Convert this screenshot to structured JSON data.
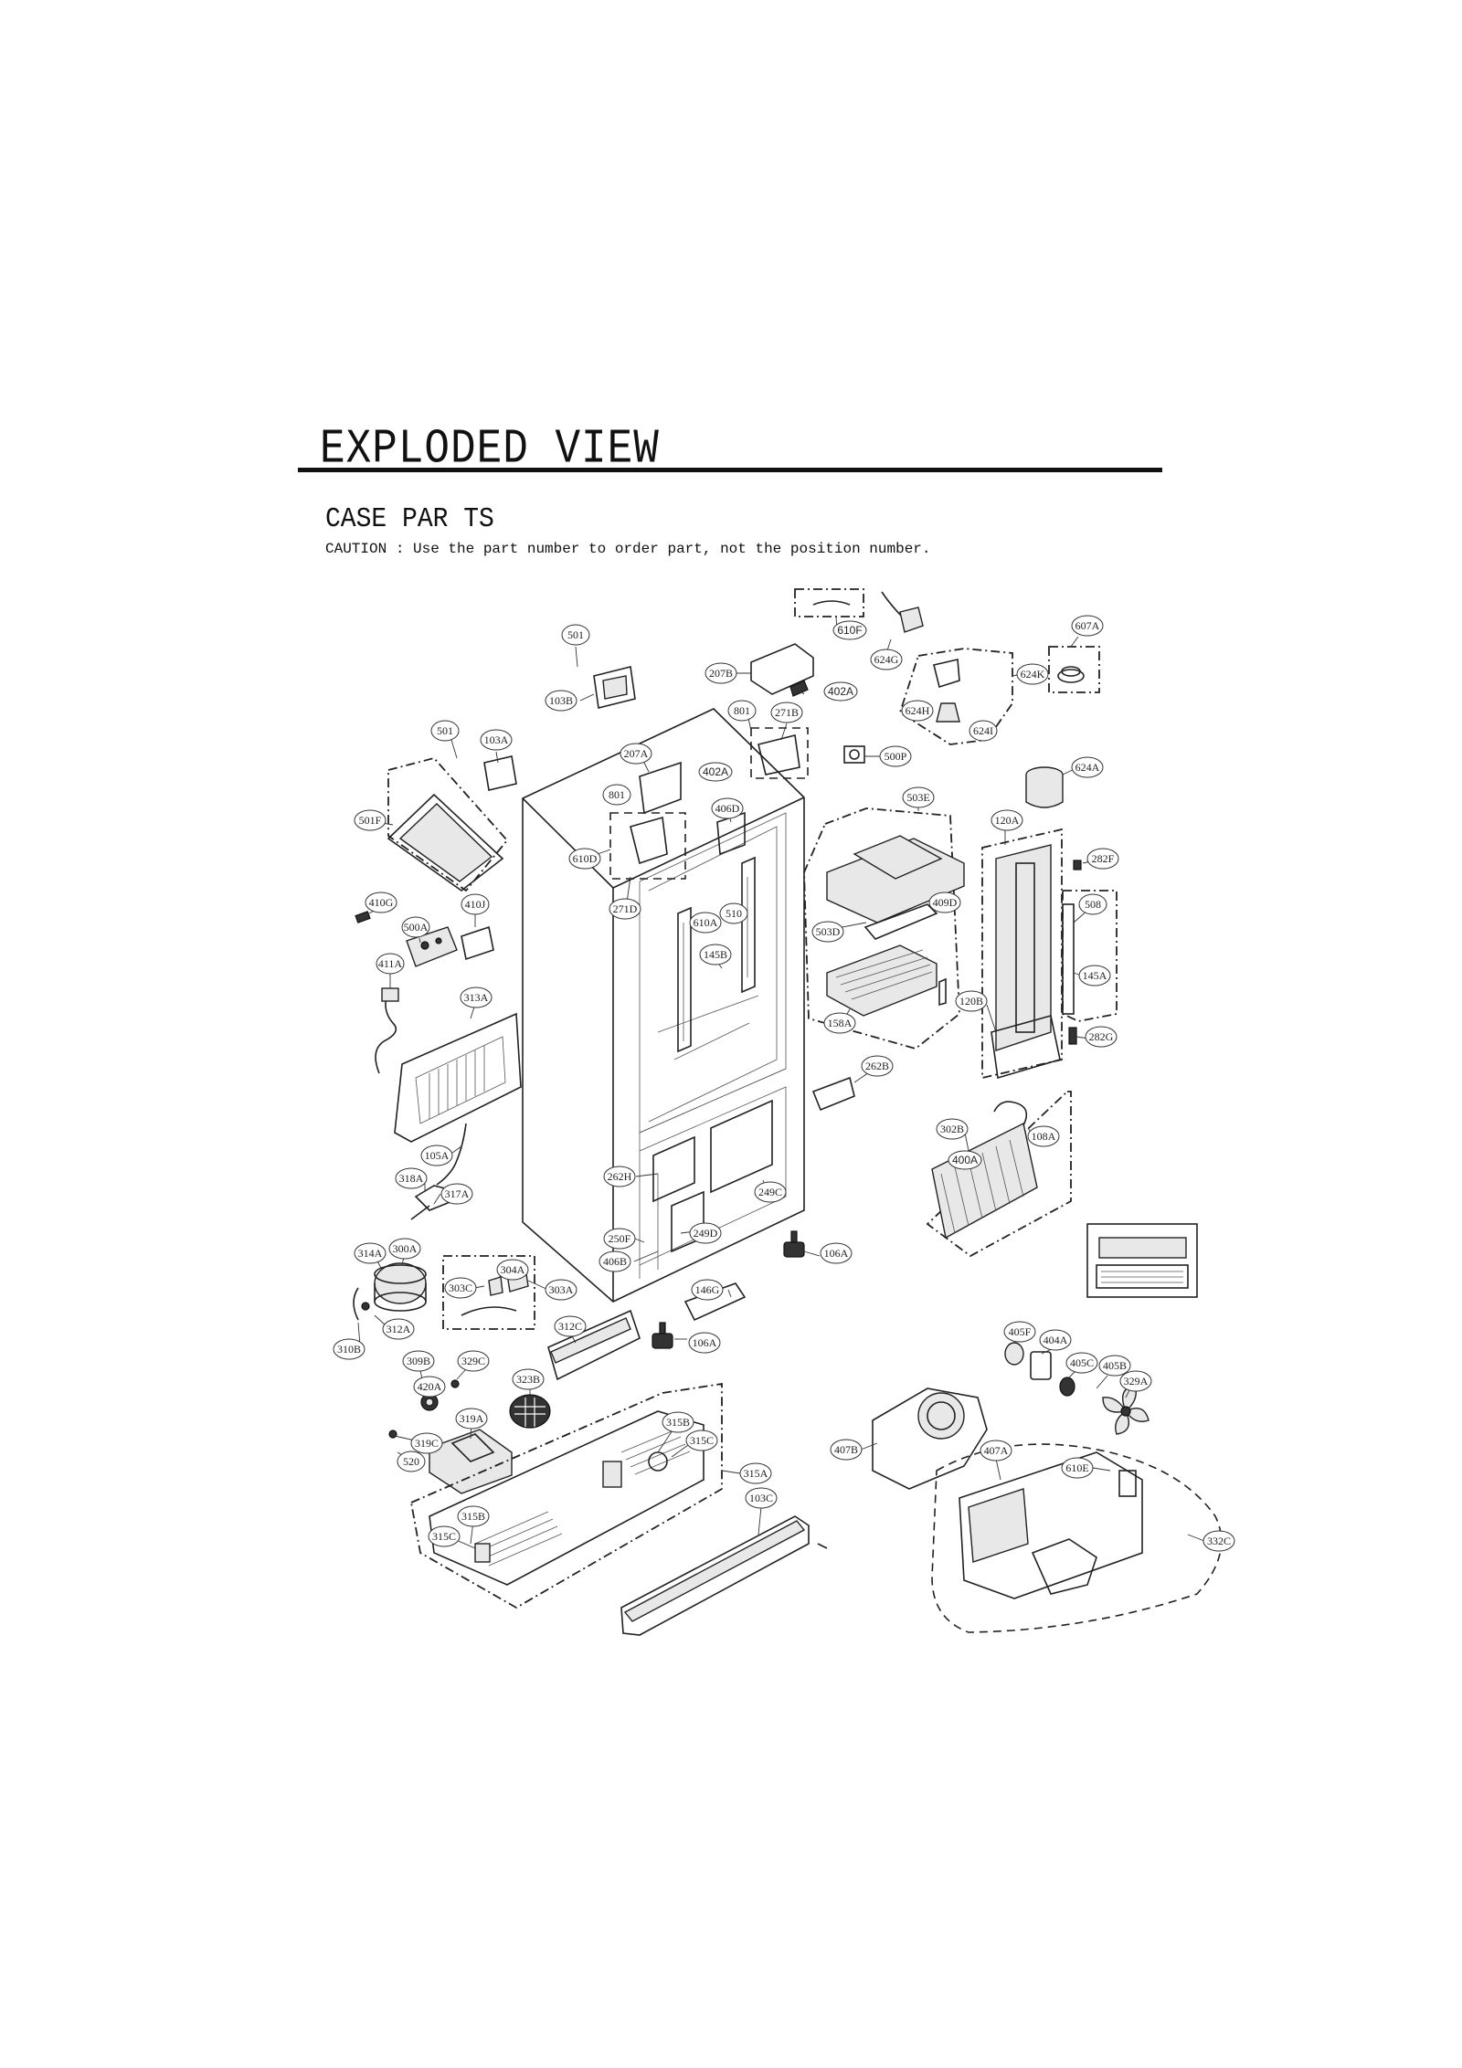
{
  "header": {
    "title": "EXPLODED VIEW",
    "section": "CASE  PAR TS",
    "caution": "CAUTION : Use the part number to order part, not the position number."
  },
  "labels": {
    "l501": "501",
    "l501b": "501",
    "l103A": "103A",
    "l103B": "103B",
    "l207B": "207B",
    "l402A_1": "402A",
    "l402A_2": "402A",
    "l610F": "610F",
    "l624G": "624G",
    "l607A": "607A",
    "l624K": "624K",
    "l624H": "624H",
    "l624I": "624I",
    "l624A": "624A",
    "l801": "801",
    "l801b": "801",
    "l271B": "271B",
    "l500P": "500P",
    "l207A": "207A",
    "l406D": "406D",
    "l503E": "503E",
    "l120A": "120A",
    "l282F": "282F",
    "l501F": "501F",
    "l610D": "610D",
    "l271D": "271D",
    "l610A": "610A",
    "l510": "510",
    "l503D": "503D",
    "l409D": "409D",
    "l508": "508",
    "l410G": "410G",
    "l410J": "410J",
    "l500A": "500A",
    "l411A": "411A",
    "l145B": "145B",
    "l145A": "145A",
    "l158A": "158A",
    "l120B": "120B",
    "l282G": "282G",
    "l313A": "313A",
    "l262B": "262B",
    "l302B": "302B",
    "l108A": "108A",
    "l400A": "400A",
    "l105A": "105A",
    "l262H": "262H",
    "l249C": "249C",
    "l318A": "318A",
    "l317A": "317A",
    "l250F": "250F",
    "l249D": "249D",
    "l406B": "406B",
    "l106A": "106A",
    "l106Ab": "106A",
    "l314A": "314A",
    "l300A": "300A",
    "l304A": "304A",
    "l303C": "303C",
    "l303A": "303A",
    "l146G": "146G",
    "l312A": "312A",
    "l310B": "310B",
    "l312C": "312C",
    "l405F": "405F",
    "l404A": "404A",
    "l405C": "405C",
    "l405B": "405B",
    "l329A": "329A",
    "l309B": "309B",
    "l329C": "329C",
    "l323B": "323B",
    "l420A": "420A",
    "l319A": "319A",
    "l315B": "315B",
    "l315C": "315C",
    "l319C": "319C",
    "l520": "520",
    "l407B": "407B",
    "l407A": "407A",
    "l610E": "610E",
    "l315A": "315A",
    "l103C": "103C",
    "l315Bb": "315B",
    "l315Cb": "315C",
    "l332C": "332C"
  }
}
